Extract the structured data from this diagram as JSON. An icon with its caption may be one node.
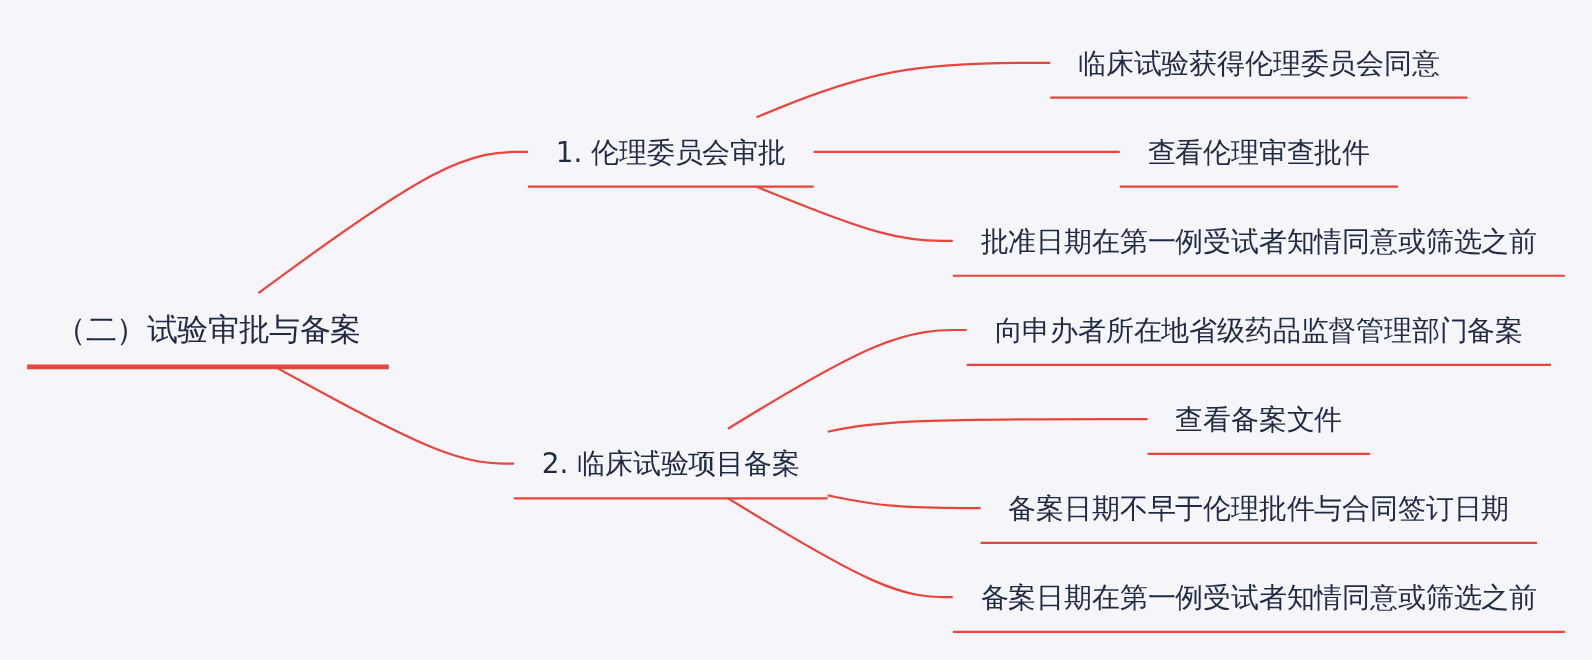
{
  "diagram": {
    "nodes": [
      {
        "text": [
          "（二）试验审批与备案"
        ]
      },
      {
        "text": [
          "1. 伦理委员会审批"
        ]
      },
      {
        "text": [
          "临床试验获得伦理委员会同意"
        ]
      },
      {
        "text": [
          "查看伦理审查批件"
        ]
      },
      {
        "text": [
          "批准日期在第一例受试者知情同意或筛选之前"
        ]
      },
      {
        "text": [
          "2. 临床试验项目备案"
        ]
      },
      {
        "text": [
          "向申办者所在地省级药品监督管理部门备案"
        ]
      },
      {
        "text": [
          "查看备案文件"
        ]
      },
      {
        "text": [
          "备案日期不早于伦理批件与合同签订日期"
        ]
      },
      {
        "text": [
          "备案日期在第一例受试者知情同意或筛选之前"
        ]
      }
    ],
    "edges": [
      {
        "from": 0,
        "to": 1,
        "arrow": "none"
      },
      {
        "from": 0,
        "to": 5,
        "arrow": "none"
      },
      {
        "from": 1,
        "to": 2,
        "arrow": "none"
      },
      {
        "from": 1,
        "to": 3,
        "arrow": "none"
      },
      {
        "from": 1,
        "to": 4,
        "arrow": "none"
      },
      {
        "from": 5,
        "to": 6,
        "arrow": "none"
      },
      {
        "from": 5,
        "to": 7,
        "arrow": "none"
      },
      {
        "from": 5,
        "to": 8,
        "arrow": "none"
      },
      {
        "from": 5,
        "to": 9,
        "arrow": "none"
      }
    ]
  }
}
